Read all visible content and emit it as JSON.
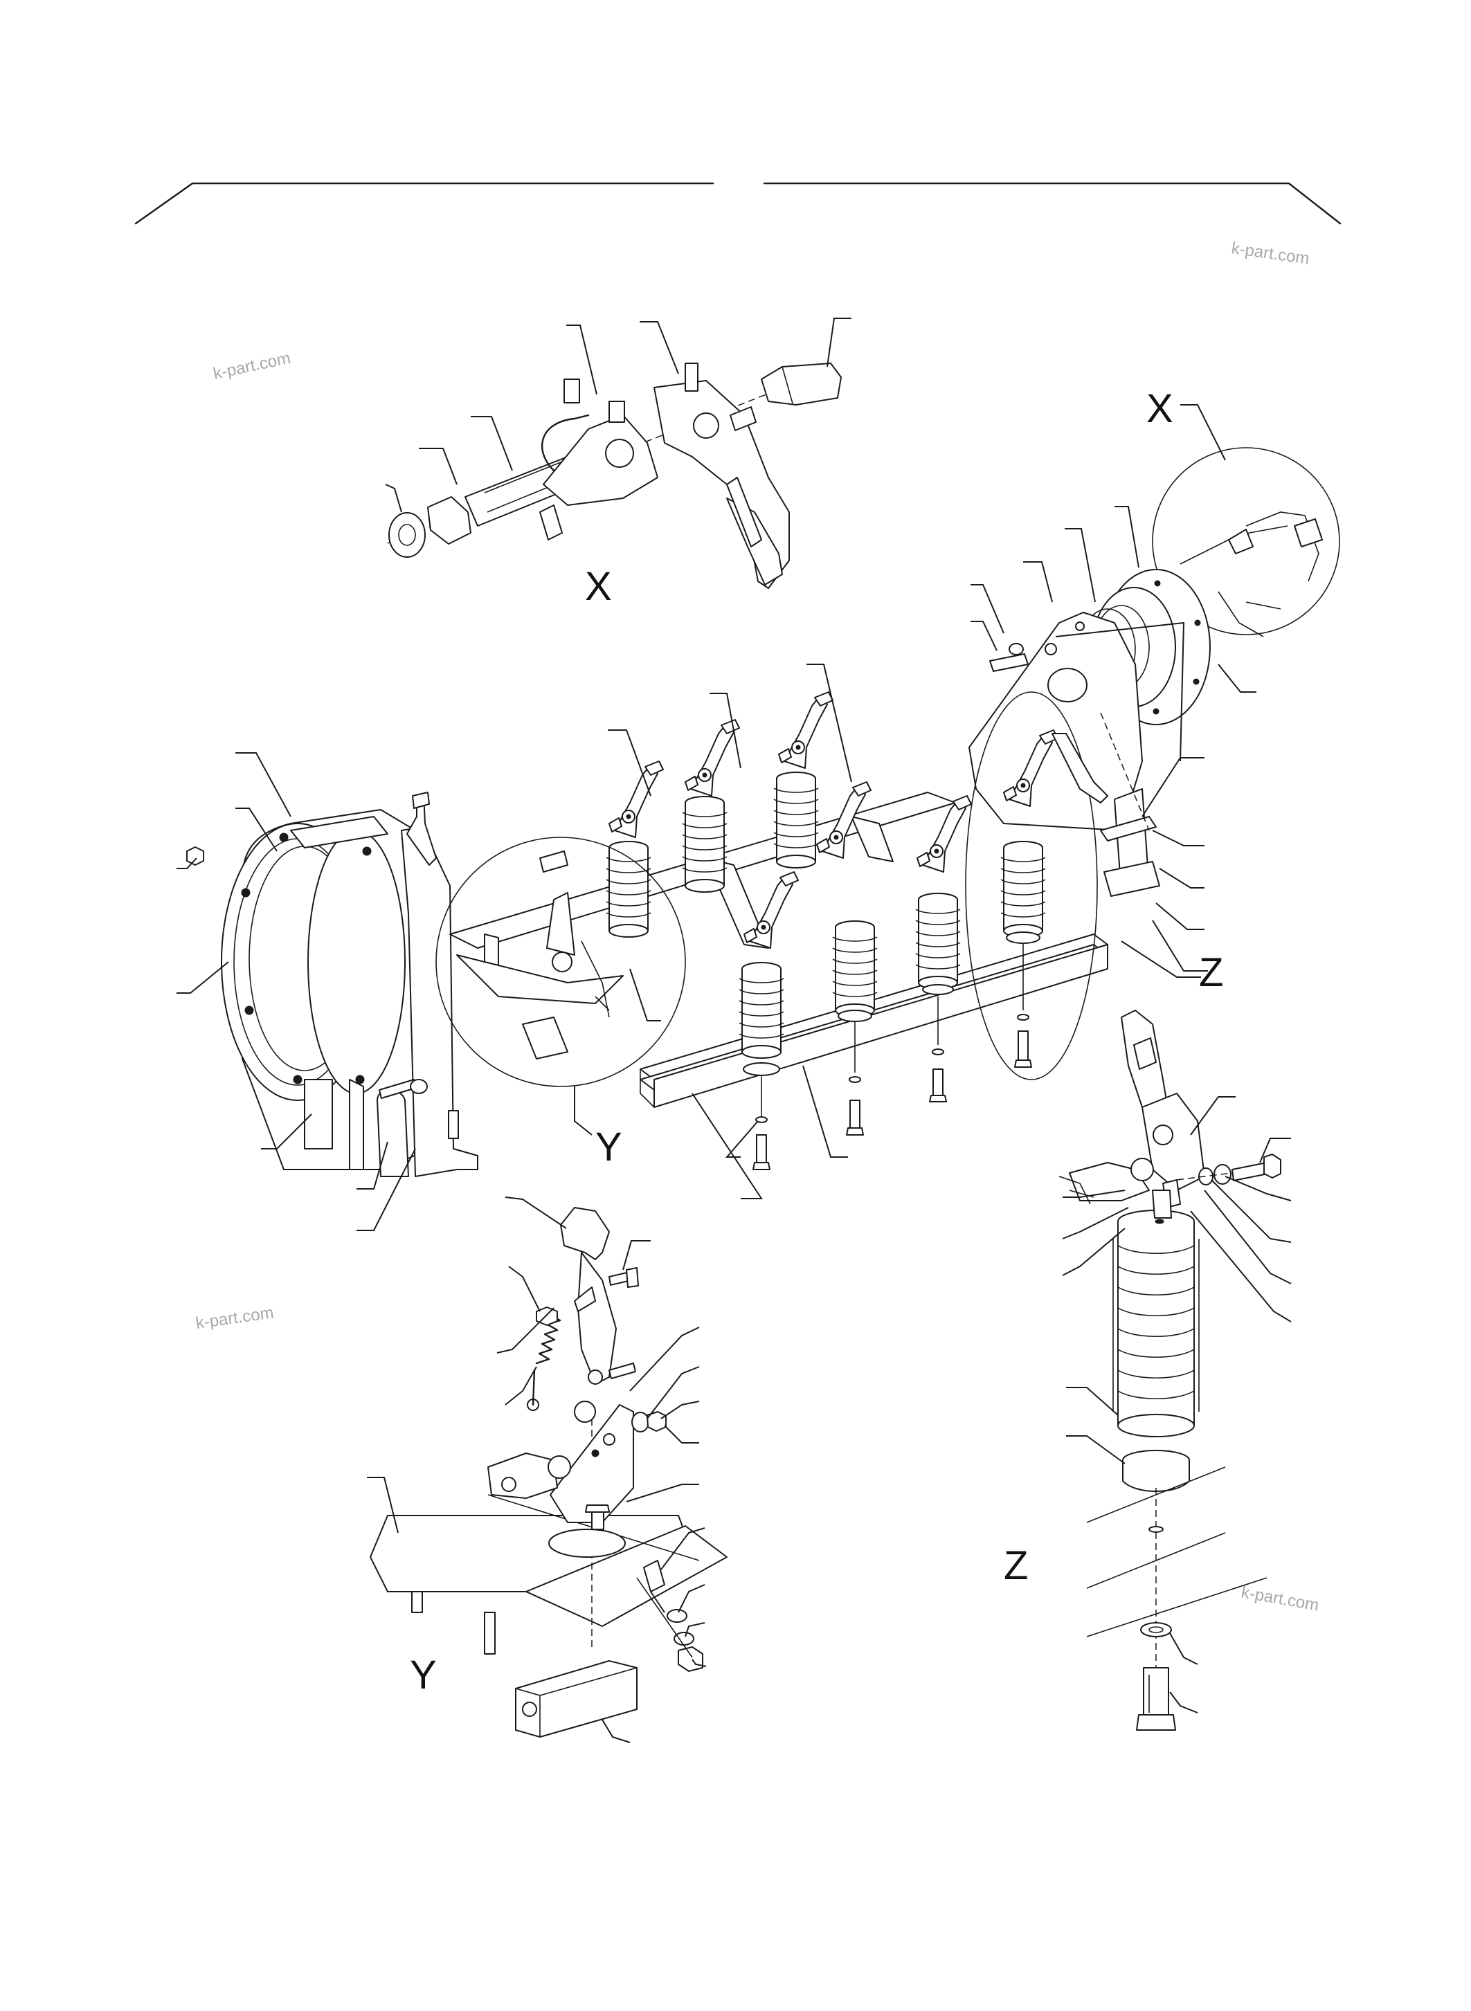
{
  "document": {
    "type": "exploded parts diagram",
    "watermark": "k-part.com",
    "views": {
      "x_top": "X",
      "x_callout": "X",
      "y_callout": "Y",
      "y_detail": "Y",
      "z_callout": "Z",
      "z_detail": "Z"
    },
    "colors": {
      "line": "#1a1a1a",
      "watermark": "#a8a8a8",
      "background": "#ffffff"
    },
    "icons": [
      "insulator-icon",
      "bolt-icon",
      "nut-icon",
      "washer-icon",
      "spring-icon",
      "block-icon"
    ]
  }
}
